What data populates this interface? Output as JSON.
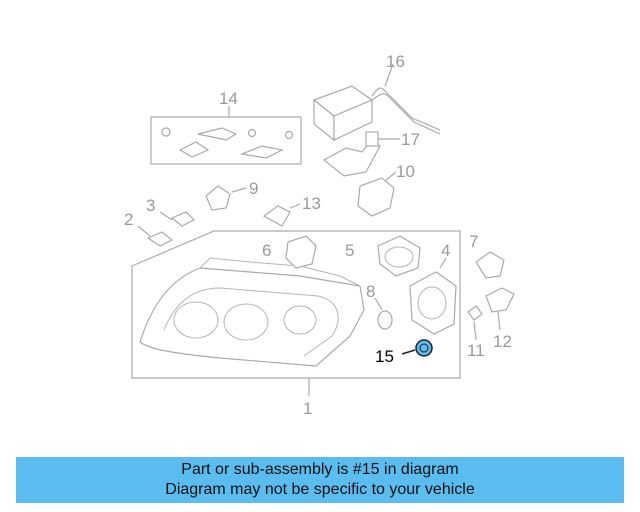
{
  "diagram": {
    "callouts": [
      {
        "id": "1",
        "label": "1"
      },
      {
        "id": "2",
        "label": "2"
      },
      {
        "id": "3",
        "label": "3"
      },
      {
        "id": "4",
        "label": "4"
      },
      {
        "id": "5",
        "label": "5"
      },
      {
        "id": "6",
        "label": "6"
      },
      {
        "id": "7",
        "label": "7"
      },
      {
        "id": "8",
        "label": "8"
      },
      {
        "id": "9",
        "label": "9"
      },
      {
        "id": "10",
        "label": "10"
      },
      {
        "id": "11",
        "label": "11"
      },
      {
        "id": "12",
        "label": "12"
      },
      {
        "id": "13",
        "label": "13"
      },
      {
        "id": "14",
        "label": "14"
      },
      {
        "id": "15",
        "label": "15"
      },
      {
        "id": "16",
        "label": "16"
      },
      {
        "id": "17",
        "label": "17"
      }
    ],
    "highlighted_callout": "15",
    "highlight_color": "#5bbcf0"
  },
  "banner": {
    "line1": "Part or sub-assembly is #15 in diagram",
    "line2": "Diagram may not be specific to your vehicle",
    "background": "#5bbcf0"
  }
}
